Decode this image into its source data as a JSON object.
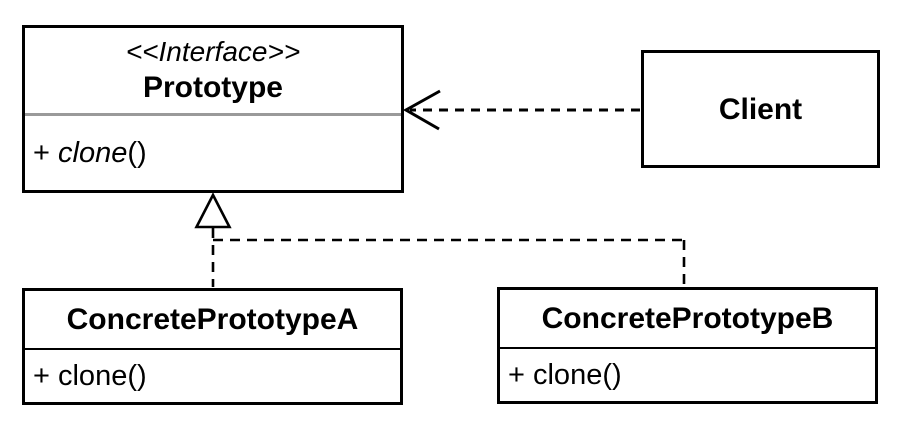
{
  "diagram": {
    "type": "uml-class-diagram",
    "pattern": "Prototype",
    "colors": {
      "stroke": "#000000",
      "background": "#ffffff",
      "interface_divider": "#9a9a9a"
    },
    "classes": {
      "prototype": {
        "stereotype": "<<Interface>>",
        "name": "Prototype",
        "method_prefix": "+ ",
        "method_name": "clone",
        "method_suffix": "()"
      },
      "client": {
        "name": "Client"
      },
      "concrete_a": {
        "name": "ConcretePrototypeA",
        "method": "+ clone()"
      },
      "concrete_b": {
        "name": "ConcretePrototypeB",
        "method": "+ clone()"
      }
    },
    "relationships": [
      {
        "type": "dependency",
        "from": "Client",
        "to": "Prototype",
        "line": "dashed",
        "head": "open-arrow"
      },
      {
        "type": "realization",
        "from": "ConcretePrototypeA",
        "to": "Prototype",
        "line": "dashed",
        "head": "hollow-triangle"
      },
      {
        "type": "realization",
        "from": "ConcretePrototypeB",
        "to": "Prototype",
        "line": "dashed",
        "head": "hollow-triangle"
      }
    ]
  }
}
